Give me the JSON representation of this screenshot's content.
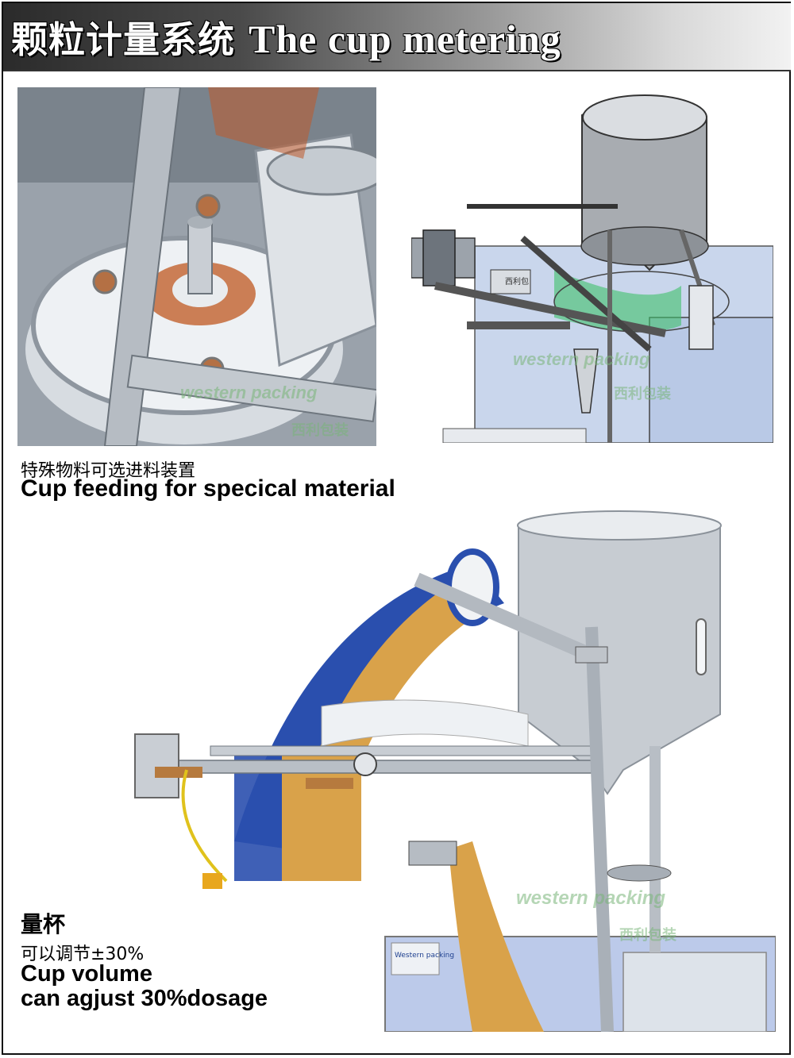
{
  "header": {
    "title_zh": "颗粒计量系统",
    "title_en": "The cup metering"
  },
  "section_top": {
    "caption_zh": "特殊物料可选进料装置",
    "caption_en": "Cup feeding for specical material"
  },
  "section_bottom": {
    "caption_zh_title": "量杯",
    "caption_zh_sub": "可以调节±30%",
    "caption_en_line1": "Cup volume",
    "caption_en_line2": "can agjust 30%dosage"
  },
  "watermark": {
    "en": "western packing",
    "zh": "西利包装"
  },
  "machine_labels": {
    "panel_brand": "西利包",
    "panel_small": "Western packing"
  },
  "colors": {
    "title_bar_dark": "#2b2b2b",
    "title_bar_light": "#f2f2f2",
    "steel": "#b9bfc6",
    "machine_panel": "#b8c7e0",
    "film_blue": "#2a4fae",
    "film_gold": "#d9a24a",
    "green_trim": "#3fbf6a"
  }
}
